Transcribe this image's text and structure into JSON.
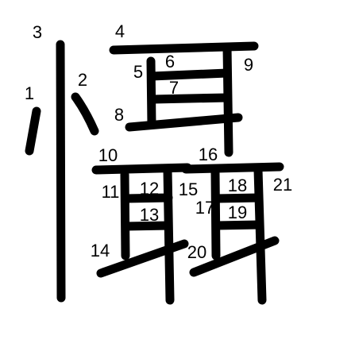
{
  "diagram": {
    "stroke_color": "#000000",
    "background_color": "#ffffff",
    "stroke_numbers": [
      "1",
      "2",
      "3",
      "4",
      "5",
      "6",
      "7",
      "8",
      "9",
      "10",
      "11",
      "12",
      "13",
      "14",
      "15",
      "16",
      "17",
      "18",
      "19",
      "20",
      "21"
    ]
  }
}
